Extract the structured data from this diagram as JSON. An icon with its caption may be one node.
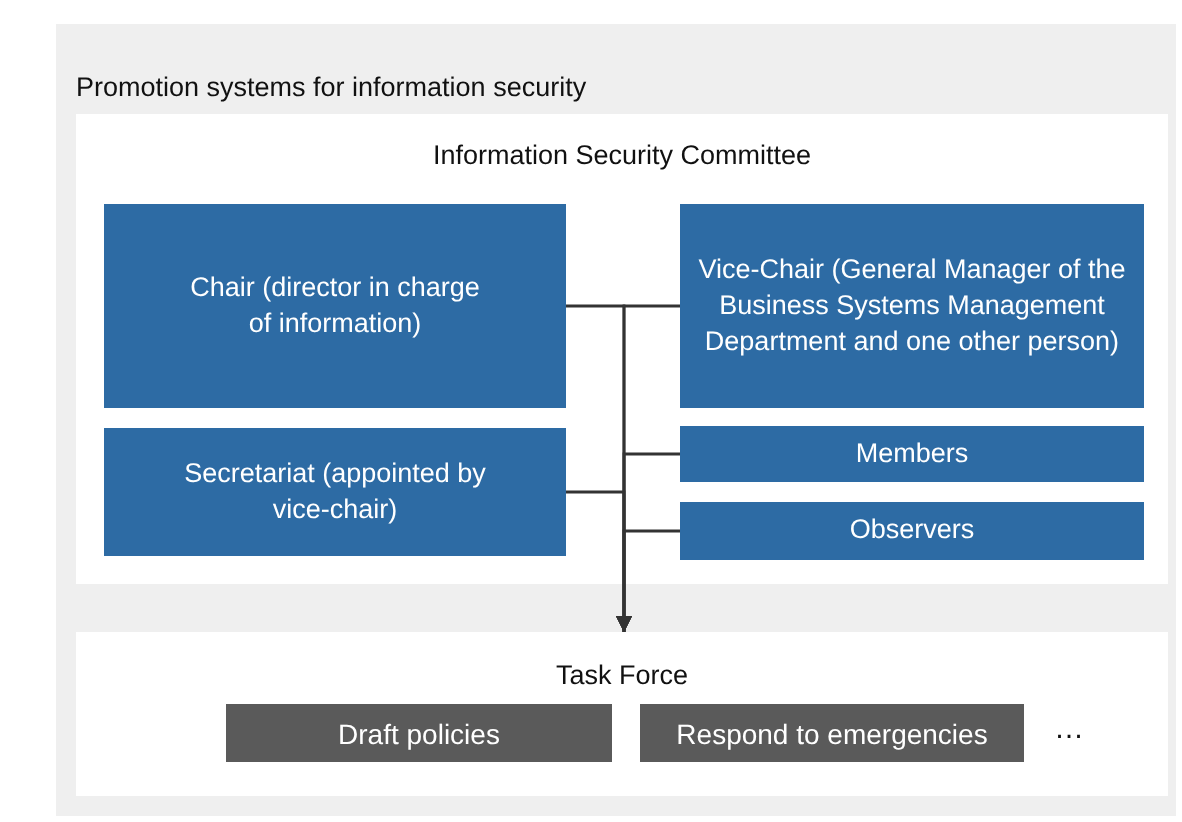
{
  "diagram": {
    "nodes": [
      {
        "text": [
          "Promotion systems for information security"
        ]
      },
      {
        "text": [
          "Information Security Committee"
        ],
        "in": 0
      },
      {
        "text": [
          "Chair (director in charge of information)"
        ],
        "in": 1
      },
      {
        "text": [
          "Vice-Chair (General Manager of the Business Systems Management Department and one other person)"
        ],
        "in": 1
      },
      {
        "text": [
          "Secretariat (appointed by vice-chair)"
        ],
        "in": 1
      },
      {
        "text": [
          "Members"
        ],
        "in": 1
      },
      {
        "text": [
          "Observers"
        ],
        "in": 1
      },
      {
        "text": [
          "Task Force"
        ],
        "in": 0
      },
      {
        "text": [
          "Draft policies"
        ],
        "in": 7
      },
      {
        "text": [
          "Respond to emergencies"
        ],
        "in": 7
      }
    ],
    "edges": [
      {
        "from": 2,
        "to": 7,
        "arrow": "to"
      },
      {
        "from": 3,
        "to": 7,
        "arrow": "to"
      },
      {
        "from": 4,
        "to": 7,
        "arrow": "to"
      },
      {
        "from": 5,
        "to": 7,
        "arrow": "to"
      },
      {
        "from": 6,
        "to": 7,
        "arrow": "to"
      }
    ],
    "labels": [
      "…"
    ]
  }
}
